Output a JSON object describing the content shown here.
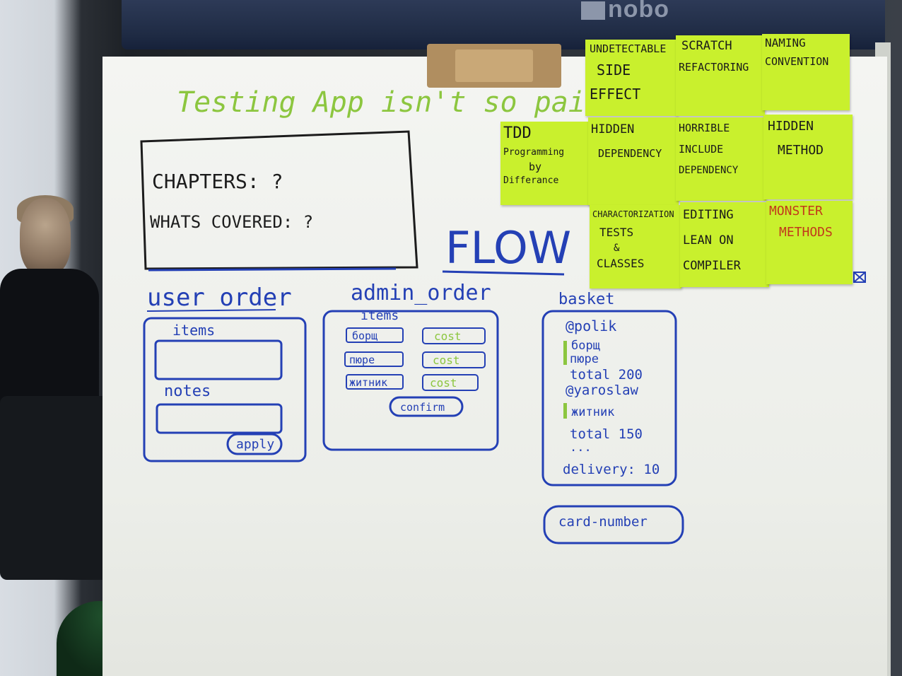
{
  "brand": "nobo",
  "board": {
    "title": "Testing App isn't so painful.",
    "box": {
      "chapters": "CHAPTERS: ?",
      "whats_covered": "WHATS COVERED: ?"
    },
    "flow": "FLOW",
    "user_order": {
      "title": "user_order",
      "items": "items",
      "notes": "notes",
      "apply": "apply"
    },
    "admin_order": {
      "title": "admin_order",
      "items": "items",
      "rows": [
        {
          "name": "борщ",
          "cost": "cost"
        },
        {
          "name": "пюре",
          "cost": "cost"
        },
        {
          "name": "житник",
          "cost": "cost"
        }
      ],
      "confirm": "confirm"
    },
    "basket": {
      "title": "basket",
      "lines": [
        "@polik",
        "борщ",
        "пюре",
        "total 200",
        "@yaroslaw",
        "житник",
        "total 150",
        "...",
        "delivery: 10"
      ],
      "card_number": "card-number"
    }
  },
  "stickies": [
    {
      "lines": [
        "UNDETECTABLE",
        "SIDE",
        "EFFECT"
      ]
    },
    {
      "lines": [
        "SCRATCH",
        "REFACTORING"
      ]
    },
    {
      "lines": [
        "NAMING",
        "CONVENTION"
      ]
    },
    {
      "lines": [
        "TDD",
        "Programming",
        "by",
        "Differance"
      ]
    },
    {
      "lines": [
        "HIDDEN",
        "DEPENDENCY"
      ]
    },
    {
      "lines": [
        "HORRIBLE",
        "INCLUDE",
        "DEPENDENCY"
      ]
    },
    {
      "lines": [
        "HIDDEN",
        "METHOD"
      ]
    },
    {
      "lines": [
        "CHARACTORIZATION",
        "TESTS",
        "&",
        "CLASSES"
      ]
    },
    {
      "lines": [
        "EDITING",
        "LEAN ON",
        "COMPILER"
      ]
    },
    {
      "lines": [
        "MONSTER",
        "METHODS"
      ]
    }
  ],
  "colors": {
    "marker_green": "#8cc63f",
    "marker_blue": "#2440b5",
    "marker_black": "#1c1c1c",
    "marker_red": "#c2391b",
    "sticky": "#c9f02d"
  }
}
